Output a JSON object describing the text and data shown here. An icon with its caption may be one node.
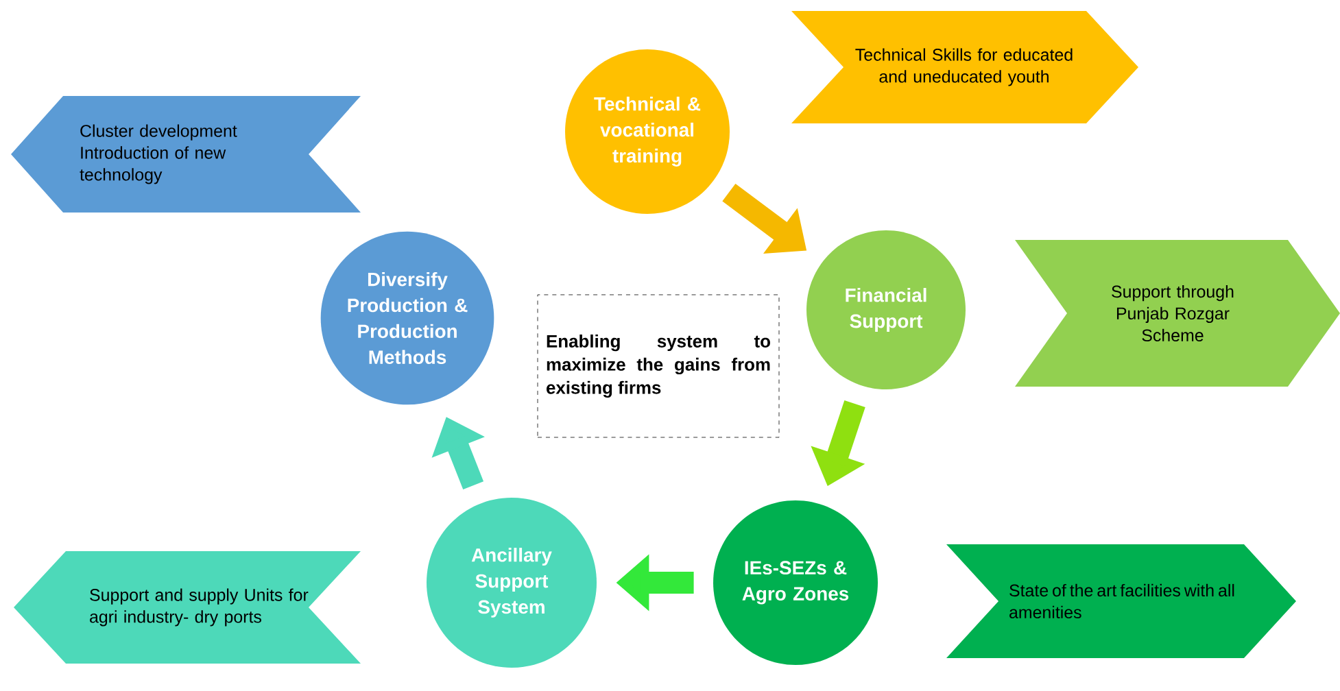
{
  "diagram": {
    "nodes": [
      {
        "text": [
          "Enabling system to maximize the gains from existing firms"
        ]
      },
      {
        "text": [
          "Technical & vocational training"
        ]
      },
      {
        "text": [
          "Technical Skills for educated and uneducated youth"
        ]
      },
      {
        "text": [
          "Financial Support"
        ]
      },
      {
        "text": [
          "Support through Punjab Rozgar Scheme"
        ]
      },
      {
        "text": [
          "IEs-SEZs & Agro Zones"
        ]
      },
      {
        "text": [
          "State of the art facilities with all amenities"
        ]
      },
      {
        "text": [
          "Ancillary Support System"
        ]
      },
      {
        "text": [
          "Support and supply Units for agri industry- dry ports"
        ]
      },
      {
        "text": [
          "Diversify Production & Production Methods"
        ]
      },
      {
        "text": [
          "Cluster development Introduction of new technology"
        ]
      }
    ],
    "edges": [
      {
        "from": 1,
        "to": 3,
        "arrow": "to",
        "color": "#f5b800"
      },
      {
        "from": 3,
        "to": 5,
        "arrow": "to",
        "color": "#8fe010"
      },
      {
        "from": 5,
        "to": 7,
        "arrow": "to",
        "color": "#33e83a"
      },
      {
        "from": 7,
        "to": 9,
        "arrow": "to",
        "color": "#4dd9b9"
      }
    ]
  }
}
